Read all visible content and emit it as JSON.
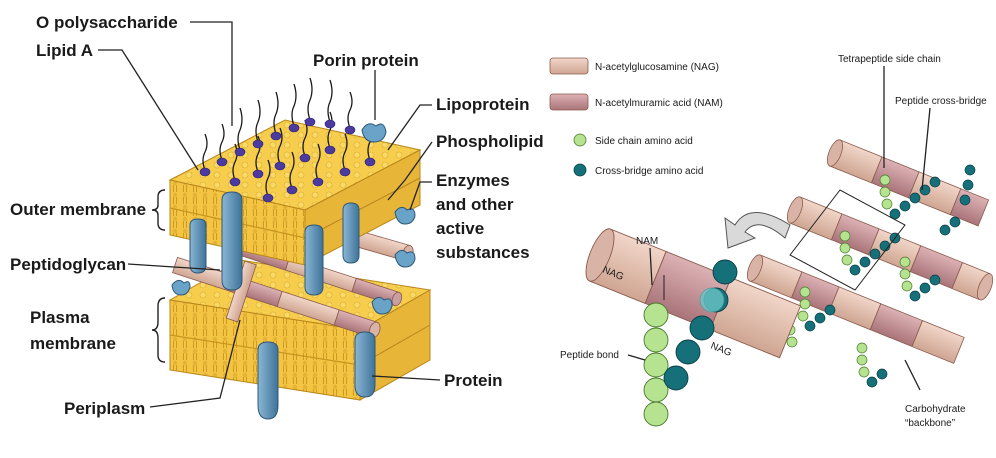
{
  "left_panel": {
    "labels": {
      "o_polysaccharide": "O polysaccharide",
      "lipid_a": "Lipid A",
      "porin_protein": "Porin protein",
      "lipoprotein": "Lipoprotein",
      "phospholipid": "Phospholipid",
      "enzymes_1": "Enzymes",
      "enzymes_2": "and other",
      "enzymes_3": "active",
      "enzymes_4": "substances",
      "outer_membrane": "Outer membrane",
      "peptidoglycan": "Peptidoglycan",
      "plasma_1": "Plasma",
      "plasma_2": "membrane",
      "protein": "Protein",
      "periplasm": "Periplasm"
    }
  },
  "right_panel": {
    "legend": [
      {
        "label": "N-acetylglucosamine (NAG)",
        "color": "#e7c3b3"
      },
      {
        "label": "N-acetylmuramic acid (NAM)",
        "color": "#cc9a9e"
      },
      {
        "label": "Side chain amino acid",
        "color": "#b5e38f"
      },
      {
        "label": "Cross-bridge amino acid",
        "color": "#16707a"
      }
    ],
    "labels": {
      "tetrapeptide": "Tetrapeptide side chain",
      "cross_bridge": "Peptide cross-bridge",
      "nam": "NAM",
      "nag_1": "NAG",
      "nag_2": "NAG",
      "peptide_bond": "Peptide bond",
      "carb_1": "Carbohydrate",
      "carb_2": "“backbone”"
    }
  },
  "colors": {
    "membrane_yellow": "#f4c542",
    "membrane_dark": "#d9a521",
    "protein_blue": "#5e92b9",
    "polysaccharide_purple": "#4b3aa0",
    "nag_pink": "#e7c3b3",
    "nam_pink": "#cc9a9e",
    "side_green": "#b5e38f",
    "bridge_teal": "#16707a"
  }
}
